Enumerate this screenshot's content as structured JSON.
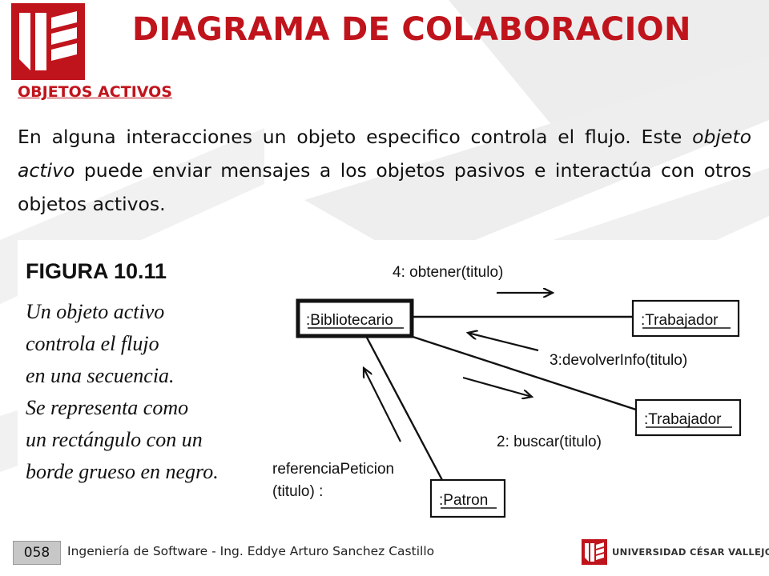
{
  "slide": {
    "title": "DIAGRAMA DE COLABORACION",
    "subtitle": "OBJETOS ACTIVOS",
    "paragraph": {
      "part1": "En alguna interacciones un objeto especifico controla el flujo. Este ",
      "emphasis": "objeto activo",
      "part2": " puede enviar mensajes a los objetos pasivos e interactúa con otros objetos activos."
    }
  },
  "figure": {
    "caption_title": "FIGURA 10.11",
    "caption_lines": [
      "Un objeto activo",
      "controla el flujo",
      "en una secuencia.",
      "Se representa como",
      "un rectángulo con un",
      "borde grueso en negro."
    ],
    "objects": {
      "active": ":Bibliotecario",
      "trabajador_1": ":Trabajador",
      "trabajador_2": ":Trabajador",
      "patron": ":Patron"
    },
    "messages": {
      "m4": "4: obtener(titulo)",
      "m3": "3:devolverInfo(titulo)",
      "m2": "2: buscar(titulo)",
      "m1_line1": "referenciaPeticion",
      "m1_line2": "(titulo) :"
    }
  },
  "footer": {
    "page_number": "058",
    "credit": "Ingeniería de Software - Ing. Eddye Arturo Sanchez Castillo",
    "brand": "UNIVERSIDAD CÉSAR VALLEJO"
  },
  "colors": {
    "accent": "#c0141c",
    "text": "#111111",
    "stripe": "#e9e9ea"
  },
  "icons": {
    "logo": "ucv-shield-icon",
    "footer_logo": "ucv-mini-shield-icon"
  }
}
